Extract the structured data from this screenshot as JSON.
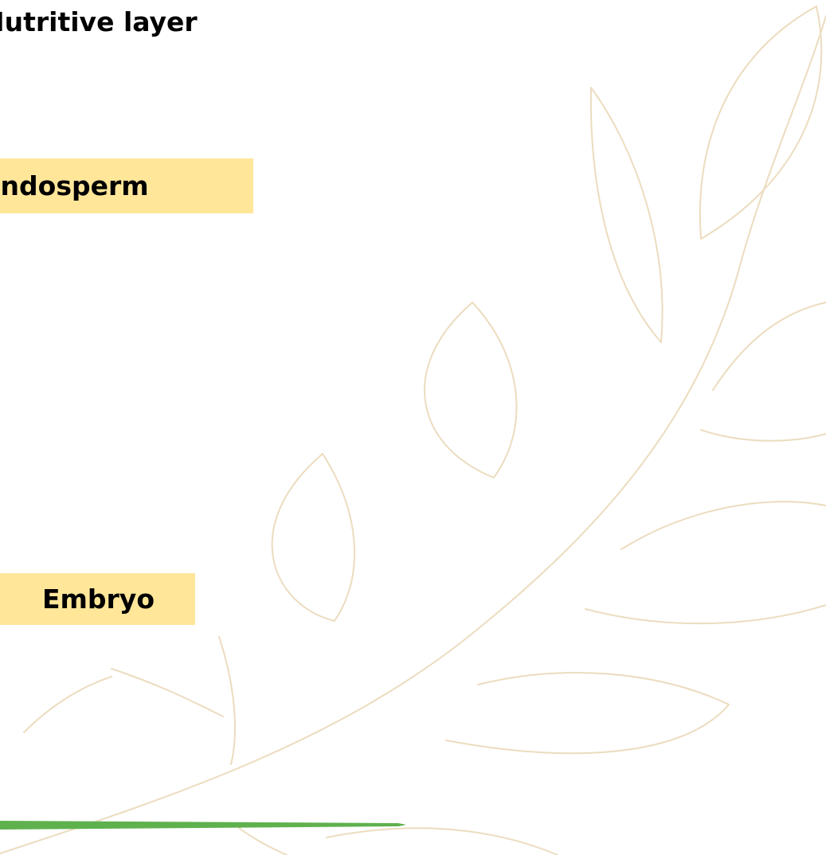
{
  "heading": "Nutritive layer",
  "labels": {
    "endosperm": "Endosperm",
    "embryo": "Embryo"
  },
  "colors": {
    "label_fill": "#ffe699",
    "leaf_outline": "#ecdcbf",
    "accent_line": "#5fb14e",
    "text": "#000000",
    "background": "#ffffff"
  },
  "decoration": {
    "background_art": "olive-branch-outline",
    "bottom_rule": "green-accent-line"
  }
}
